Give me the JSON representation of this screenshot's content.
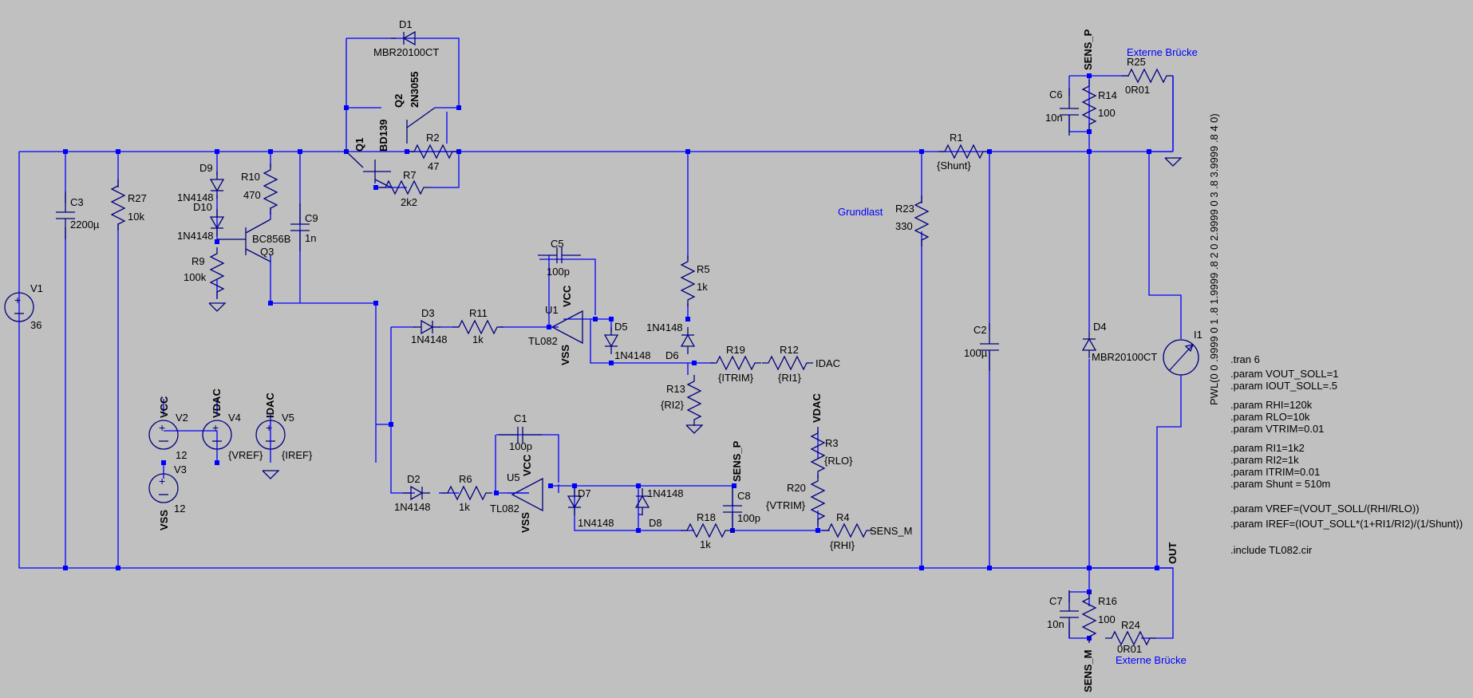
{
  "colors": {
    "background": "#c0c0c0",
    "wire": "#0000ff",
    "component": "#000080",
    "text": "#000000",
    "net_label": "#0000ff"
  },
  "labels": {
    "V1": {
      "name": "V1",
      "value": "36"
    },
    "C3": {
      "name": "C3",
      "value": "2200µ"
    },
    "R27": {
      "name": "R27",
      "value": "10k"
    },
    "D9": {
      "name": "D9",
      "value": "1N4148"
    },
    "D10": {
      "name": "D10",
      "value": "1N4148"
    },
    "R9": {
      "name": "R9",
      "value": "100k"
    },
    "R10": {
      "name": "R10",
      "value": "470"
    },
    "Q3": {
      "name": "Q3",
      "value": "BC856B"
    },
    "C9": {
      "name": "C9",
      "value": "1n"
    },
    "D1": {
      "name": "D1",
      "value": "MBR20100CT"
    },
    "Q1": {
      "name": "Q1",
      "value": "BD139"
    },
    "Q2": {
      "name": "Q2",
      "value": "2N3055"
    },
    "R2": {
      "name": "R2",
      "value": "47"
    },
    "R7": {
      "name": "R7",
      "value": "2k2"
    },
    "C5": {
      "name": "C5",
      "value": "100p"
    },
    "U1": {
      "name": "U1",
      "value": "TL082"
    },
    "D3": {
      "name": "D3",
      "value": "1N4148"
    },
    "R11": {
      "name": "R11",
      "value": "1k"
    },
    "D5": {
      "name": "D5",
      "value": "1N4148"
    },
    "R5": {
      "name": "R5",
      "value": "1k"
    },
    "D6": {
      "name": "D6",
      "value": "1N4148"
    },
    "R19": {
      "name": "R19",
      "value": "{ITRIM}"
    },
    "R12": {
      "name": "R12",
      "value": "{RI1}"
    },
    "R13": {
      "name": "R13",
      "value": "{RI2}"
    },
    "C1": {
      "name": "C1",
      "value": "100p"
    },
    "U5": {
      "name": "U5",
      "value": "TL082"
    },
    "D2": {
      "name": "D2",
      "value": "1N4148"
    },
    "R6": {
      "name": "R6",
      "value": "1k"
    },
    "D7": {
      "name": "D7",
      "value": "1N4148"
    },
    "D8": {
      "name": "D8",
      "value": "1N4148"
    },
    "C8": {
      "name": "C8",
      "value": "100p"
    },
    "R18": {
      "name": "R18",
      "value": "1k"
    },
    "R3": {
      "name": "R3",
      "value": "{RLO}"
    },
    "R20": {
      "name": "R20",
      "value": "{VTRIM}"
    },
    "R4": {
      "name": "R4",
      "value": "{RHI}"
    },
    "V2": {
      "name": "V2",
      "value": "12"
    },
    "V3": {
      "name": "V3",
      "value": "12"
    },
    "V4": {
      "name": "V4",
      "value": "{VREF}"
    },
    "V5": {
      "name": "V5",
      "value": "{IREF}"
    },
    "R1": {
      "name": "R1",
      "value": "{Shunt}"
    },
    "R23": {
      "name": "R23",
      "value": "330"
    },
    "C2": {
      "name": "C2",
      "value": "100µ"
    },
    "C6": {
      "name": "C6",
      "value": "10n"
    },
    "R14": {
      "name": "R14",
      "value": "100"
    },
    "R25": {
      "name": "R25",
      "value": "0R01"
    },
    "D4": {
      "name": "D4",
      "value": "MBR20100CT"
    },
    "I1": {
      "name": "I1",
      "value": "PWL(0 0 .9999 0 1 .8 1.9999 .8 2 0 2.9999 0 3 .8 3.9999 .8 4 0)"
    },
    "C7": {
      "name": "C7",
      "value": "10n"
    },
    "R16": {
      "name": "R16",
      "value": "100"
    },
    "R24": {
      "name": "R24",
      "value": "0R01"
    }
  },
  "net_labels": {
    "vcc": "VCC",
    "vss": "VSS",
    "vdac": "VDAC",
    "idac": "IDAC",
    "sens_p": "SENS_P",
    "sens_m": "SENS_M",
    "out": "OUT"
  },
  "comments": {
    "grundlast": "Grundlast",
    "externe_top": "Externe Brücke",
    "externe_bottom": "Externe Brücke"
  },
  "directives": [
    ".tran 6",
    ".param VOUT_SOLL=1",
    ".param IOUT_SOLL=.5",
    ".param RHI=120k",
    ".param RLO=10k",
    ".param VTRIM=0.01",
    ".param RI1=1k2",
    ".param RI2=1k",
    ".param ITRIM=0.01",
    ".param Shunt = 510m",
    ".param VREF=(VOUT_SOLL/(RHI/RLO))",
    ".param IREF=(IOUT_SOLL*(1+RI1/RI2)/(1/Shunt))",
    ".include TL082.cir"
  ]
}
